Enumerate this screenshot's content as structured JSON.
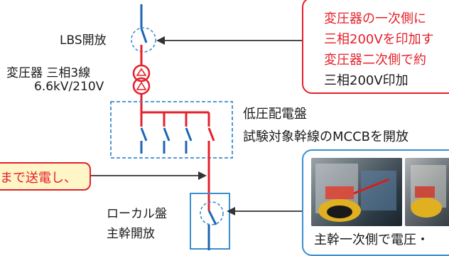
{
  "labels": {
    "lbs": "LBS開放",
    "transformer_line1": "変圧器 三相3線",
    "transformer_line2": "6.6kV/210V",
    "low_voltage_panel_line1": "低圧配電盤",
    "low_voltage_panel_line2": "試験対象幹線のMCCBを開放",
    "local_panel_line1": "ローカル盤",
    "local_panel_line2": "主幹開放"
  },
  "callouts": {
    "top_right": {
      "line1": "変圧器の一次側に",
      "line2": "三相200Vを印加す",
      "line3": "変圧器二次側で約",
      "line4": "三相200V印加"
    },
    "left": {
      "text": "まで送電し、"
    },
    "bottom_right": {
      "caption": "主幹一次側で電圧・"
    }
  },
  "colors": {
    "red_line": "#e4202a",
    "blue_line": "#1e64b4",
    "dashed_blue": "#3a8fd0",
    "callout_red_border": "#e4202a",
    "callout_yellow_fill": "#fff6c8",
    "callout_blue_border": "#3a8fd0"
  }
}
